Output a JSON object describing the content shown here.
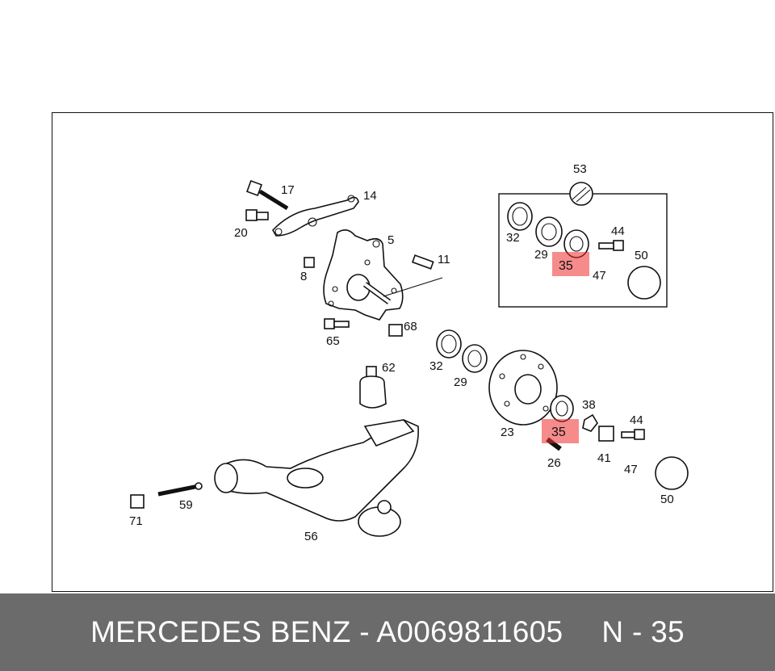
{
  "diagram": {
    "labels": {
      "l53": "53",
      "l17": "17",
      "l14": "14",
      "l20": "20",
      "l5": "5",
      "l11": "11",
      "l8": "8",
      "l68": "68",
      "l65": "65",
      "l32a": "32",
      "l29a": "29",
      "l35a": "35",
      "l47a": "47",
      "l44a": "44",
      "l50a": "50",
      "l32b": "32",
      "l29b": "29",
      "l62": "62",
      "l23": "23",
      "l35b": "35",
      "l38": "38",
      "l44b": "44",
      "l41": "41",
      "l26": "26",
      "l47b": "47",
      "l50b": "50",
      "l71": "71",
      "l59": "59",
      "l56": "56"
    },
    "highlight_color": "#ee2b2b"
  },
  "footer": {
    "brand_part": "MERCEDES BENZ - A0069811605",
    "ref": "N - 35"
  }
}
